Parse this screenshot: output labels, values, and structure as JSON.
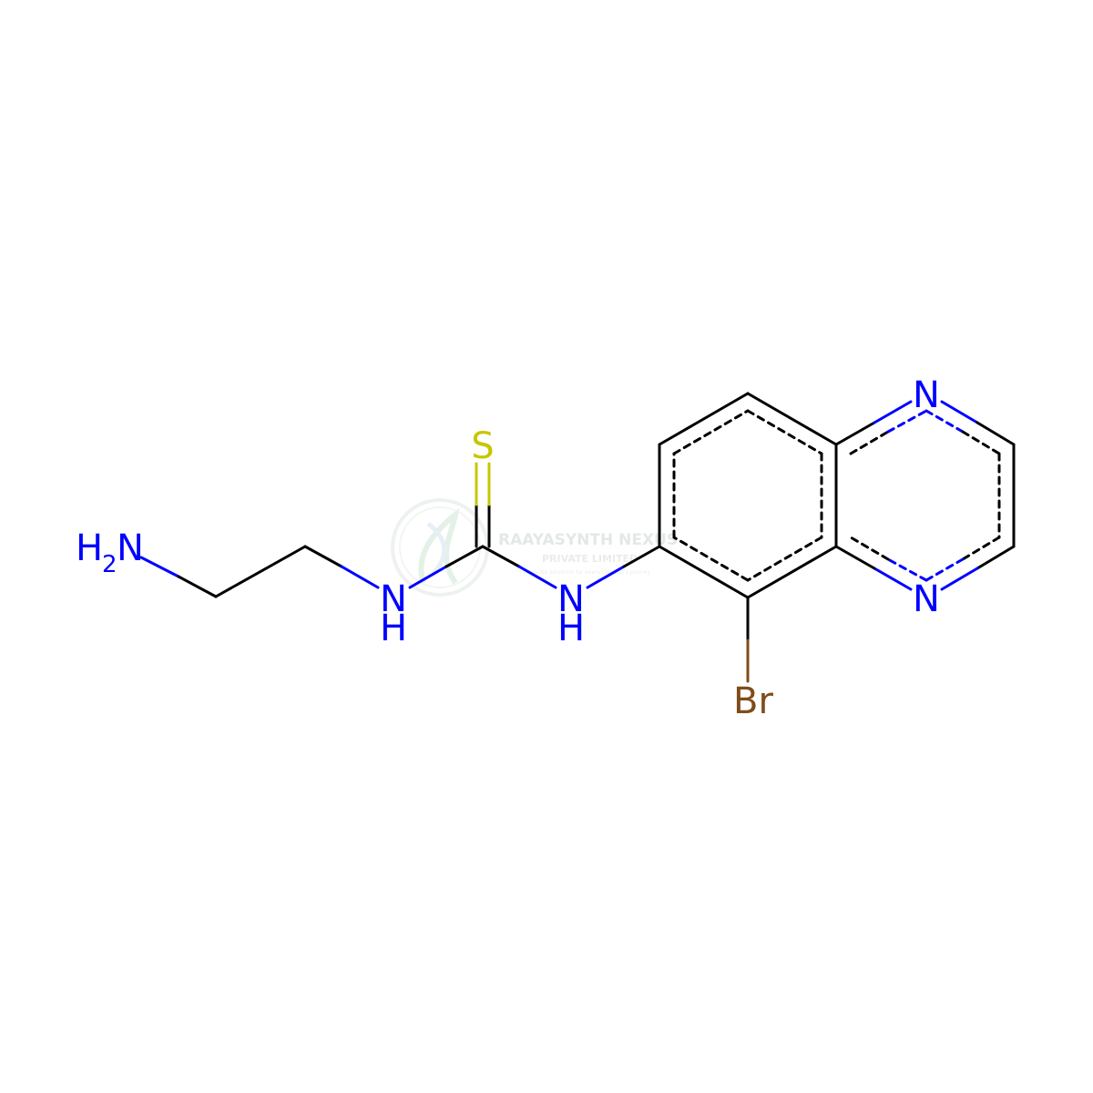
{
  "atoms": {
    "amine_n": "N",
    "amine_h": "H",
    "amine_h_count": "2",
    "nh1_n": "N",
    "nh1_h": "H",
    "thione_s": "S",
    "nh2_n": "N",
    "nh2_h": "H",
    "ring_n_top": "N",
    "ring_n_bottom": "N",
    "bromine": "Br"
  },
  "watermark": {
    "company": "RAAYASYNTH NEXUS",
    "subtitle": "PRIVATE LIMITED",
    "tagline": "Innovate solutions for every chemist's journey"
  },
  "colors": {
    "carbon_bond": "#000000",
    "nitrogen": "#0000ff",
    "sulfur": "#c6c600",
    "bromine": "#7f4c19",
    "watermark": "#d9e6dc"
  }
}
